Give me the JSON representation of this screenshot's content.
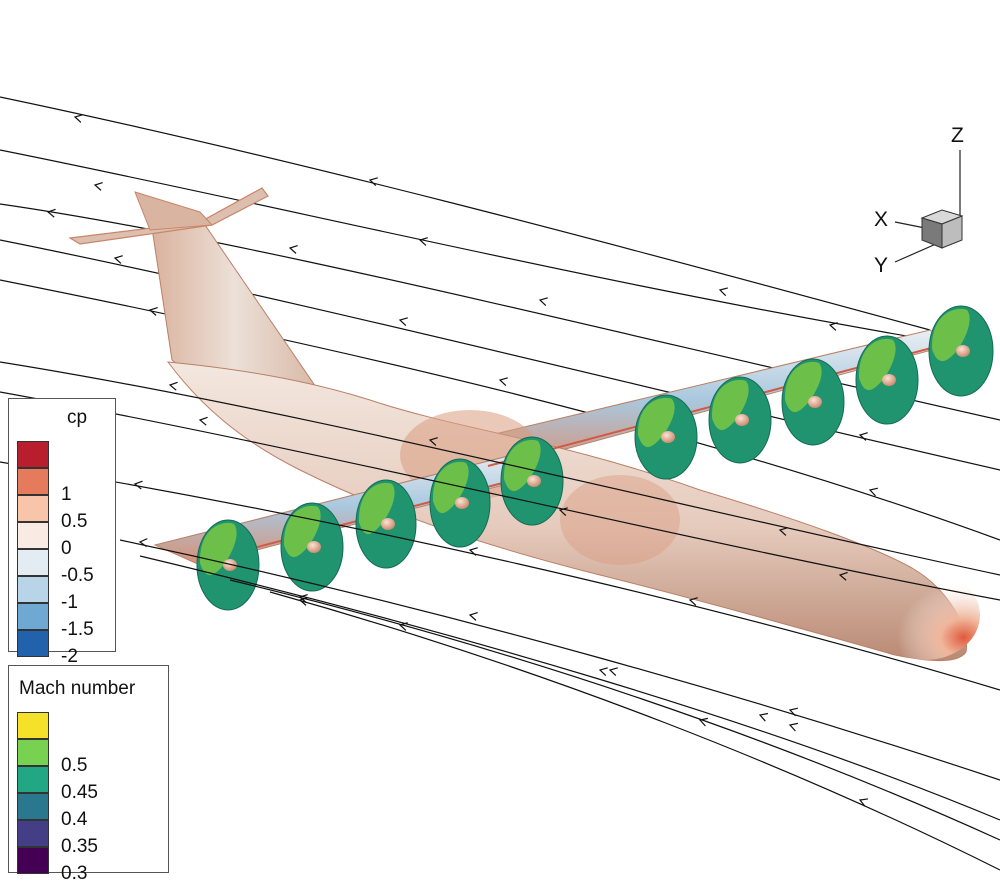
{
  "axes_triad": {
    "z_label": "Z",
    "x_label": "X",
    "y_label": "Y"
  },
  "cp_legend": {
    "title": "cp",
    "levels": [
      {
        "label": "",
        "color": "#b81e2e"
      },
      {
        "label": "1",
        "color": "#e57a5c"
      },
      {
        "label": "0.5",
        "color": "#f8c4aa"
      },
      {
        "label": "0",
        "color": "#f9ebe4"
      },
      {
        "label": "-0.5",
        "color": "#e3ecf3"
      },
      {
        "label": "-1",
        "color": "#b7d4e9"
      },
      {
        "label": "-1.5",
        "color": "#6fa8d3"
      },
      {
        "label": "-2",
        "color": "#2262ad"
      }
    ]
  },
  "mach_legend": {
    "title": "Mach number",
    "levels": [
      {
        "label": "",
        "color": "#f5e12a"
      },
      {
        "label": "0.5",
        "color": "#79d151"
      },
      {
        "label": "0.45",
        "color": "#22a785"
      },
      {
        "label": "0.4",
        "color": "#2a788e"
      },
      {
        "label": "0.35",
        "color": "#433e85"
      },
      {
        "label": "0.3",
        "color": "#440154"
      }
    ]
  },
  "colors": {
    "fuselage_base": "#ecdcd3",
    "fuselage_warm": "#dca58a",
    "fuselage_edge": "#b98066",
    "wing_pressure_low": "#9fc3dc",
    "nose_stagnation": "#e06a4a",
    "disk_main": "#1f946f",
    "disk_highlight": "#6cc04a",
    "disk_edge": "#156a55",
    "spinner": "#e2a88a",
    "streamline": "#111111"
  }
}
